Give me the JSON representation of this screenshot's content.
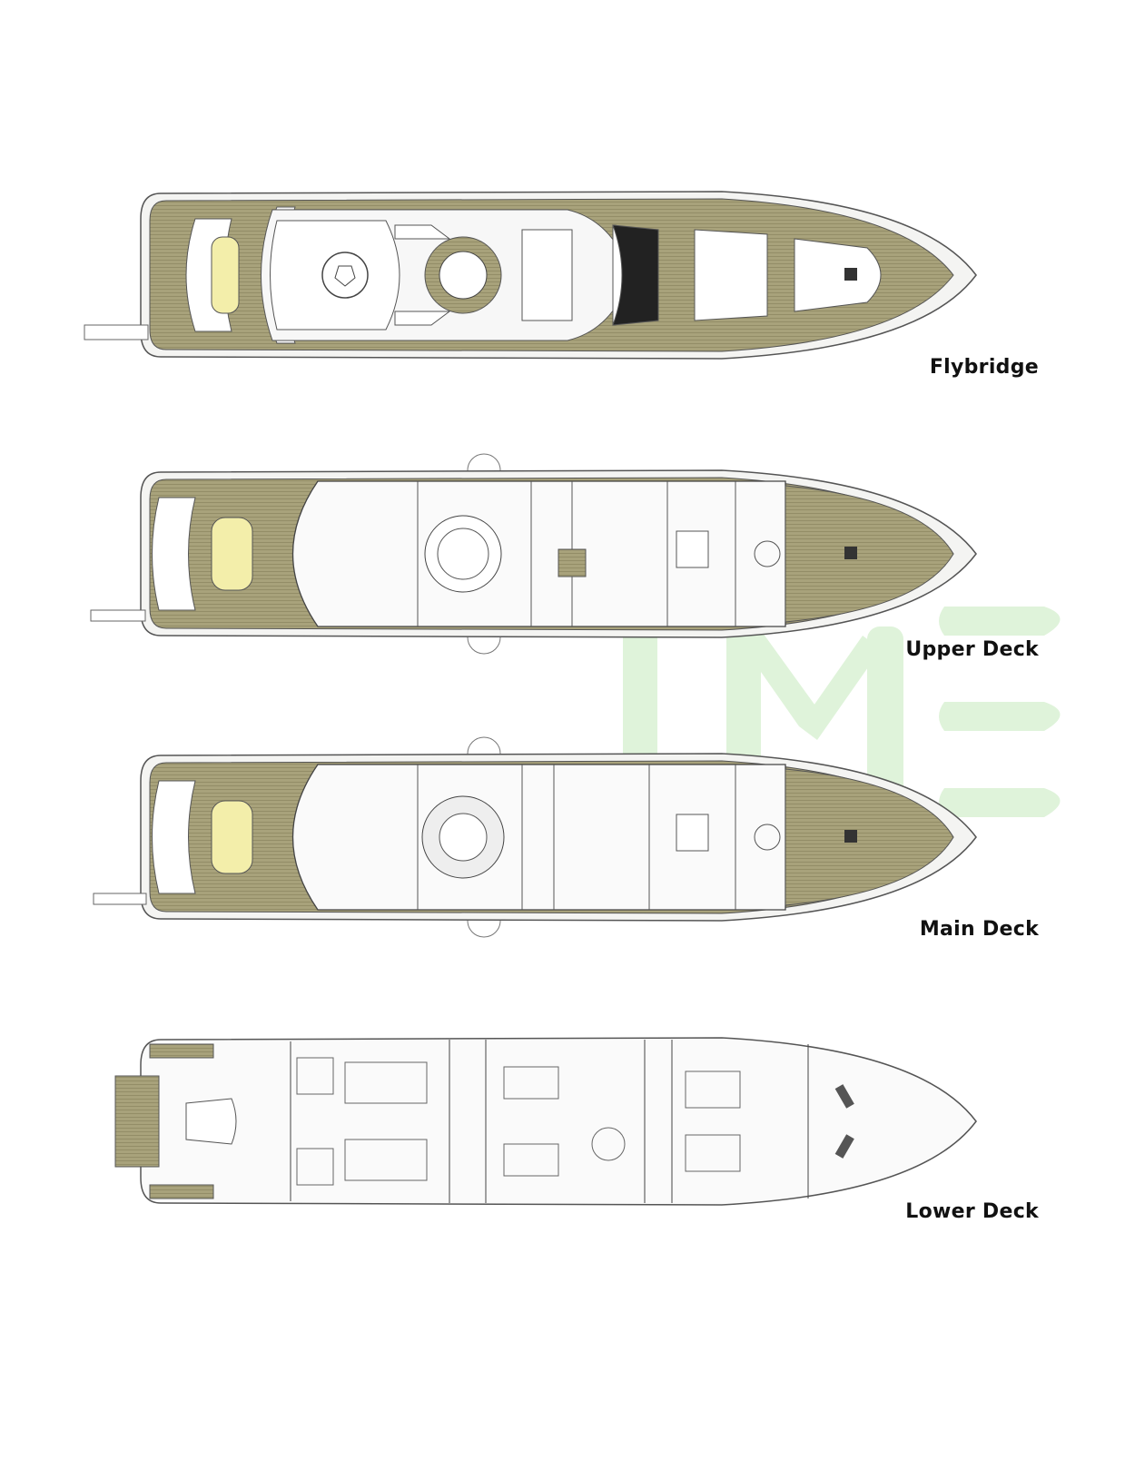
{
  "decks": [
    {
      "name": "Flybridge"
    },
    {
      "name": "Upper Deck"
    },
    {
      "name": "Main Deck"
    },
    {
      "name": "Lower Deck"
    }
  ],
  "watermark": {
    "text": "IME",
    "color": "#dff3da"
  },
  "colors": {
    "teak": "#a8a27b",
    "teak_line": "#8a845e",
    "outline": "#555555",
    "cushion": "#f3eeaa",
    "glass": "#222222"
  }
}
